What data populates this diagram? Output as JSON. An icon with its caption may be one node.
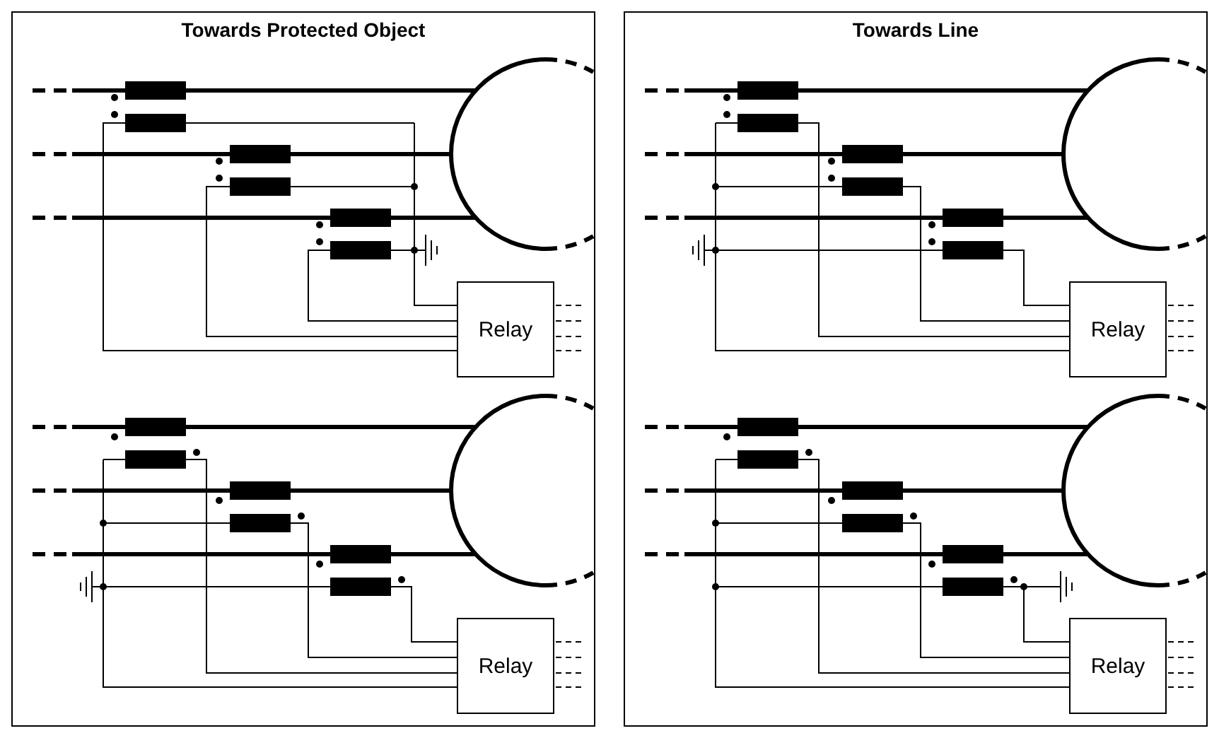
{
  "diagram": {
    "nodes": [
      {
        "text": [
          "Towards Protected Object"
        ]
      },
      {
        "text": [
          "Relay"
        ],
        "in": 0
      },
      {
        "text": [
          "Relay"
        ],
        "in": 0
      },
      {
        "text": [
          "Towards Line"
        ]
      },
      {
        "text": [
          "Relay"
        ],
        "in": 3
      },
      {
        "text": [
          "Relay"
        ],
        "in": 3
      }
    ]
  }
}
